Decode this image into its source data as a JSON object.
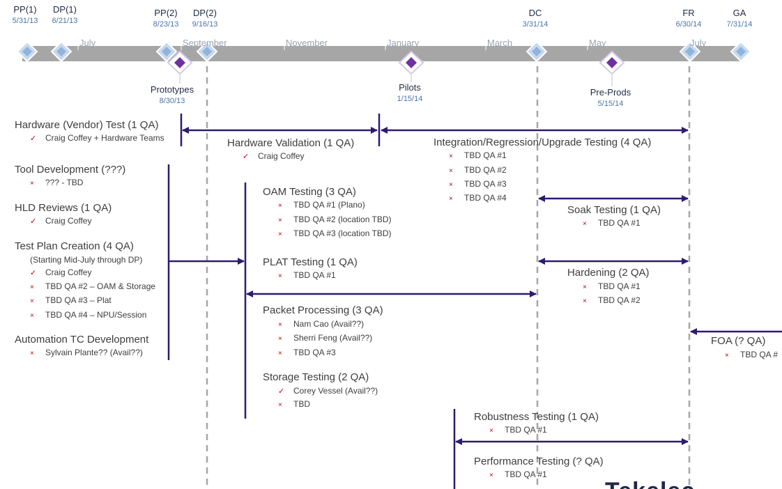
{
  "months": [
    "July",
    "September",
    "November",
    "January",
    "March",
    "May",
    "July"
  ],
  "top_milestones": [
    {
      "name": "PP(1)",
      "date": "5/31/13"
    },
    {
      "name": "DP(1)",
      "date": "6/21/13"
    },
    {
      "name": "PP(2)",
      "date": "8/23/13"
    },
    {
      "name": "DP(2)",
      "date": "9/16/13"
    },
    {
      "name": "DC",
      "date": "3/31/14"
    },
    {
      "name": "FR",
      "date": "6/30/14"
    },
    {
      "name": "GA",
      "date": "7/31/14"
    }
  ],
  "bottom_milestones": [
    {
      "name": "Prototypes",
      "date": "8/30/13"
    },
    {
      "name": "Pilots",
      "date": "1/15/14"
    },
    {
      "name": "Pre-Prods",
      "date": "5/15/14"
    }
  ],
  "blocks": [
    {
      "title": "Hardware (Vendor) Test (1 QA)",
      "items": [
        {
          "mark": "check",
          "text": "Craig Coffey + Hardware Teams"
        }
      ]
    },
    {
      "title": "Tool Development (???)",
      "items": [
        {
          "mark": "cross",
          "text": "??? - TBD"
        }
      ]
    },
    {
      "title": "HLD Reviews (1 QA)",
      "items": [
        {
          "mark": "check",
          "text": "Craig Coffey"
        }
      ]
    },
    {
      "title": "Test Plan Creation (4 QA)",
      "subtitle": "(Starting Mid-July through DP)",
      "items": [
        {
          "mark": "check",
          "text": "Craig Coffey"
        },
        {
          "mark": "cross",
          "text": "TBD QA #2 – OAM & Storage"
        },
        {
          "mark": "cross",
          "text": "TBD QA #3 – Plat"
        },
        {
          "mark": "cross",
          "text": "TBD QA #4 – NPU/Session"
        }
      ]
    },
    {
      "title": "Automation TC Development",
      "items": [
        {
          "mark": "cross",
          "text": "Sylvain Plante?? (Avail??)"
        }
      ]
    },
    {
      "title": "Hardware Validation (1 QA)",
      "items": [
        {
          "mark": "check",
          "text": "Craig Coffey"
        }
      ]
    },
    {
      "title": "Integration/Regression/Upgrade  Testing (4 QA)",
      "items": [
        {
          "mark": "cross",
          "text": "TBD QA #1"
        },
        {
          "mark": "cross",
          "text": "TBD QA #2"
        },
        {
          "mark": "cross",
          "text": "TBD QA #3"
        },
        {
          "mark": "cross",
          "text": "TBD QA #4"
        }
      ]
    },
    {
      "title": "OAM Testing (3 QA)",
      "items": [
        {
          "mark": "cross",
          "text": "TBD QA #1 (Plano)"
        },
        {
          "mark": "cross",
          "text": "TBD QA #2 (location TBD)"
        },
        {
          "mark": "cross",
          "text": "TBD QA #3 (location TBD)"
        }
      ]
    },
    {
      "title": "PLAT Testing (1 QA)",
      "items": [
        {
          "mark": "cross",
          "text": "TBD QA #1"
        }
      ]
    },
    {
      "title": "Packet Processing (3 QA)",
      "items": [
        {
          "mark": "cross",
          "text": "Nam Cao (Avail??)"
        },
        {
          "mark": "cross",
          "text": "Sherri Feng (Avail??)"
        },
        {
          "mark": "cross",
          "text": "TBD QA #3"
        }
      ]
    },
    {
      "title": "Storage Testing (2 QA)",
      "items": [
        {
          "mark": "check",
          "text": "Corey Vessel (Avail??)"
        },
        {
          "mark": "cross",
          "text": "TBD"
        }
      ]
    },
    {
      "title": "Soak Testing (1 QA)",
      "items": [
        {
          "mark": "cross",
          "text": "TBD QA #1"
        }
      ]
    },
    {
      "title": "Hardening (2 QA)",
      "items": [
        {
          "mark": "cross",
          "text": "TBD QA #1"
        },
        {
          "mark": "cross",
          "text": "TBD QA #2"
        }
      ]
    },
    {
      "title": "FOA (? QA)",
      "items": [
        {
          "mark": "cross",
          "text": "TBD QA #"
        }
      ]
    },
    {
      "title": "Robustness Testing (1 QA)",
      "items": [
        {
          "mark": "cross",
          "text": "TBD QA #1"
        }
      ]
    },
    {
      "title": "Performance Testing (? QA)",
      "items": [
        {
          "mark": "cross",
          "text": "TBD QA #1"
        }
      ]
    }
  ],
  "marks": {
    "check": "✓",
    "cross": "×"
  },
  "logo_text": "Tekelec",
  "colors": {
    "bar": "#a6a6a6",
    "diamond_blue": "#8fb4dc",
    "diamond_purple": "#7030a0",
    "arrow": "#2e1a6e",
    "dash": "#a6a6a6"
  }
}
